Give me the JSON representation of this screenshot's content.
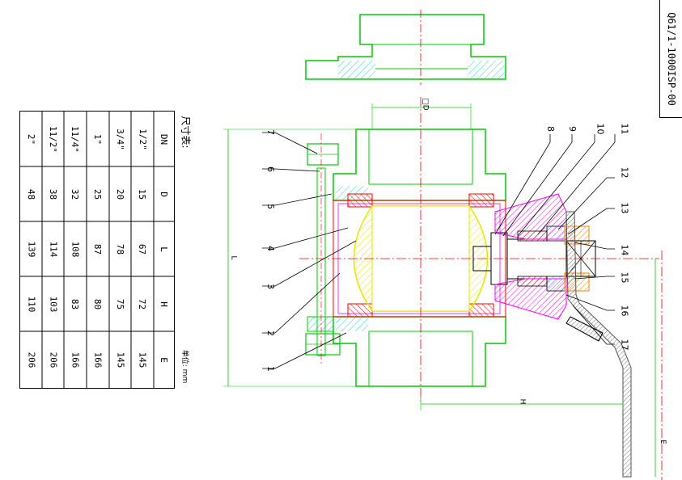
{
  "document_number": "Q61/1-1000ISP-00",
  "table": {
    "title": "尺寸表:",
    "unit": "单位: mm",
    "headers": [
      "DN",
      "D",
      "L",
      "H",
      "E"
    ],
    "rows": [
      [
        "1/2\"",
        "15",
        "67",
        "72",
        "145"
      ],
      [
        "3/4\"",
        "20",
        "78",
        "75",
        "145"
      ],
      [
        "1\"",
        "25",
        "87",
        "80",
        "166"
      ],
      [
        "11/4\"",
        "32",
        "108",
        "83",
        "166"
      ],
      [
        "11/2\"",
        "38",
        "114",
        "103",
        "206"
      ],
      [
        "2\"",
        "48",
        "139",
        "110",
        "206"
      ]
    ]
  },
  "part_labels": {
    "p1": "1",
    "p2": "2",
    "p3": "3",
    "p4": "4",
    "p5": "5",
    "p6": "6",
    "p7": "7",
    "p8": "8",
    "p9": "9",
    "p10": "10",
    "p11": "11",
    "p12": "12",
    "p13": "13",
    "p14": "14",
    "p15": "15",
    "p16": "16",
    "p17": "17"
  },
  "dimensions": {
    "d": "□D",
    "l": "L",
    "h": "H",
    "e": "E"
  },
  "colors": {
    "outline": "#00cc00",
    "hatch_cyan": "#33cccc",
    "ball": "#e6e600",
    "seat_red": "#ff0000",
    "stem_magenta": "#ff00ff",
    "gland_orange": "#ff8000",
    "centerline": "#ff0000",
    "leader": "#000000"
  }
}
